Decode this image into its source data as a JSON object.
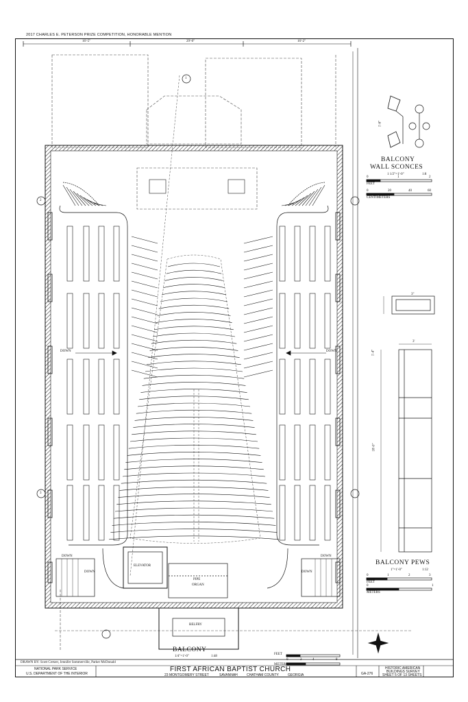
{
  "header": {
    "competition": "2017 CHARLES E. PETERSON PRIZE COMPETITION, HONORABLE MENTION"
  },
  "plan": {
    "dims": [
      "16'-5\"",
      "29'-0\"",
      "16'-2\""
    ],
    "down": "DOWN",
    "elevator": "ELEVATOR",
    "organ": [
      "PIPE",
      "ORGAN"
    ],
    "belfry": "BELFRY",
    "section_marks": [
      "1",
      "2",
      "3"
    ]
  },
  "sconces": {
    "title": [
      "BALCONY",
      "WALL SCONCES"
    ],
    "scale": "1 1/2\"=1'-0\"",
    "ratio": "1:8",
    "feet": "FEET",
    "cm": "CENTIMETERS",
    "ticks_top": [
      "0",
      "1",
      "2"
    ],
    "ticks_bot": [
      "0",
      "20",
      "40",
      "60"
    ],
    "dim": "1'-6\""
  },
  "pews": {
    "title": "BALCONY PEWS",
    "scale": "1\"=1'-0\"",
    "ratio": "1:12",
    "feet": "FEET",
    "meters": "METERS",
    "ticks_top": [
      "0",
      "1",
      "2",
      "3"
    ],
    "ticks_bot": [
      "0",
      "1"
    ],
    "dims": [
      "3\"",
      "3'",
      "1'-4\"",
      "18'-0\""
    ]
  },
  "balcony": {
    "title": "BALCONY",
    "scale": "1/4\"=1'-0\"",
    "ratio": "1:48",
    "feet": "FEET",
    "meters": "METERS",
    "ticks": [
      "0",
      "2",
      "4",
      "8"
    ]
  },
  "credits": {
    "drawn_by": "DRAWN BY: Scott Cretzer, Jennifer Sommerville, Parker McDonald"
  },
  "titleblock": {
    "agency1": "NATIONAL PARK SERVICE",
    "agency2": "U.S. DEPARTMENT OF THE INTERIOR",
    "church": "FIRST AFRICAN BAPTIST CHURCH",
    "address": "23 MONTGOMERY STREET",
    "city": "SAVANNAH",
    "county": "CHATHAM COUNTY",
    "state": "GEORGIA",
    "survey_no": "GA-276",
    "habs1": "HISTORIC AMERICAN",
    "habs2": "BUILDINGS SURVEY",
    "sheet": "SHEET 5 OF 13 SHEETS"
  },
  "colors": {
    "ink": "#111111",
    "dash": "#555555"
  }
}
